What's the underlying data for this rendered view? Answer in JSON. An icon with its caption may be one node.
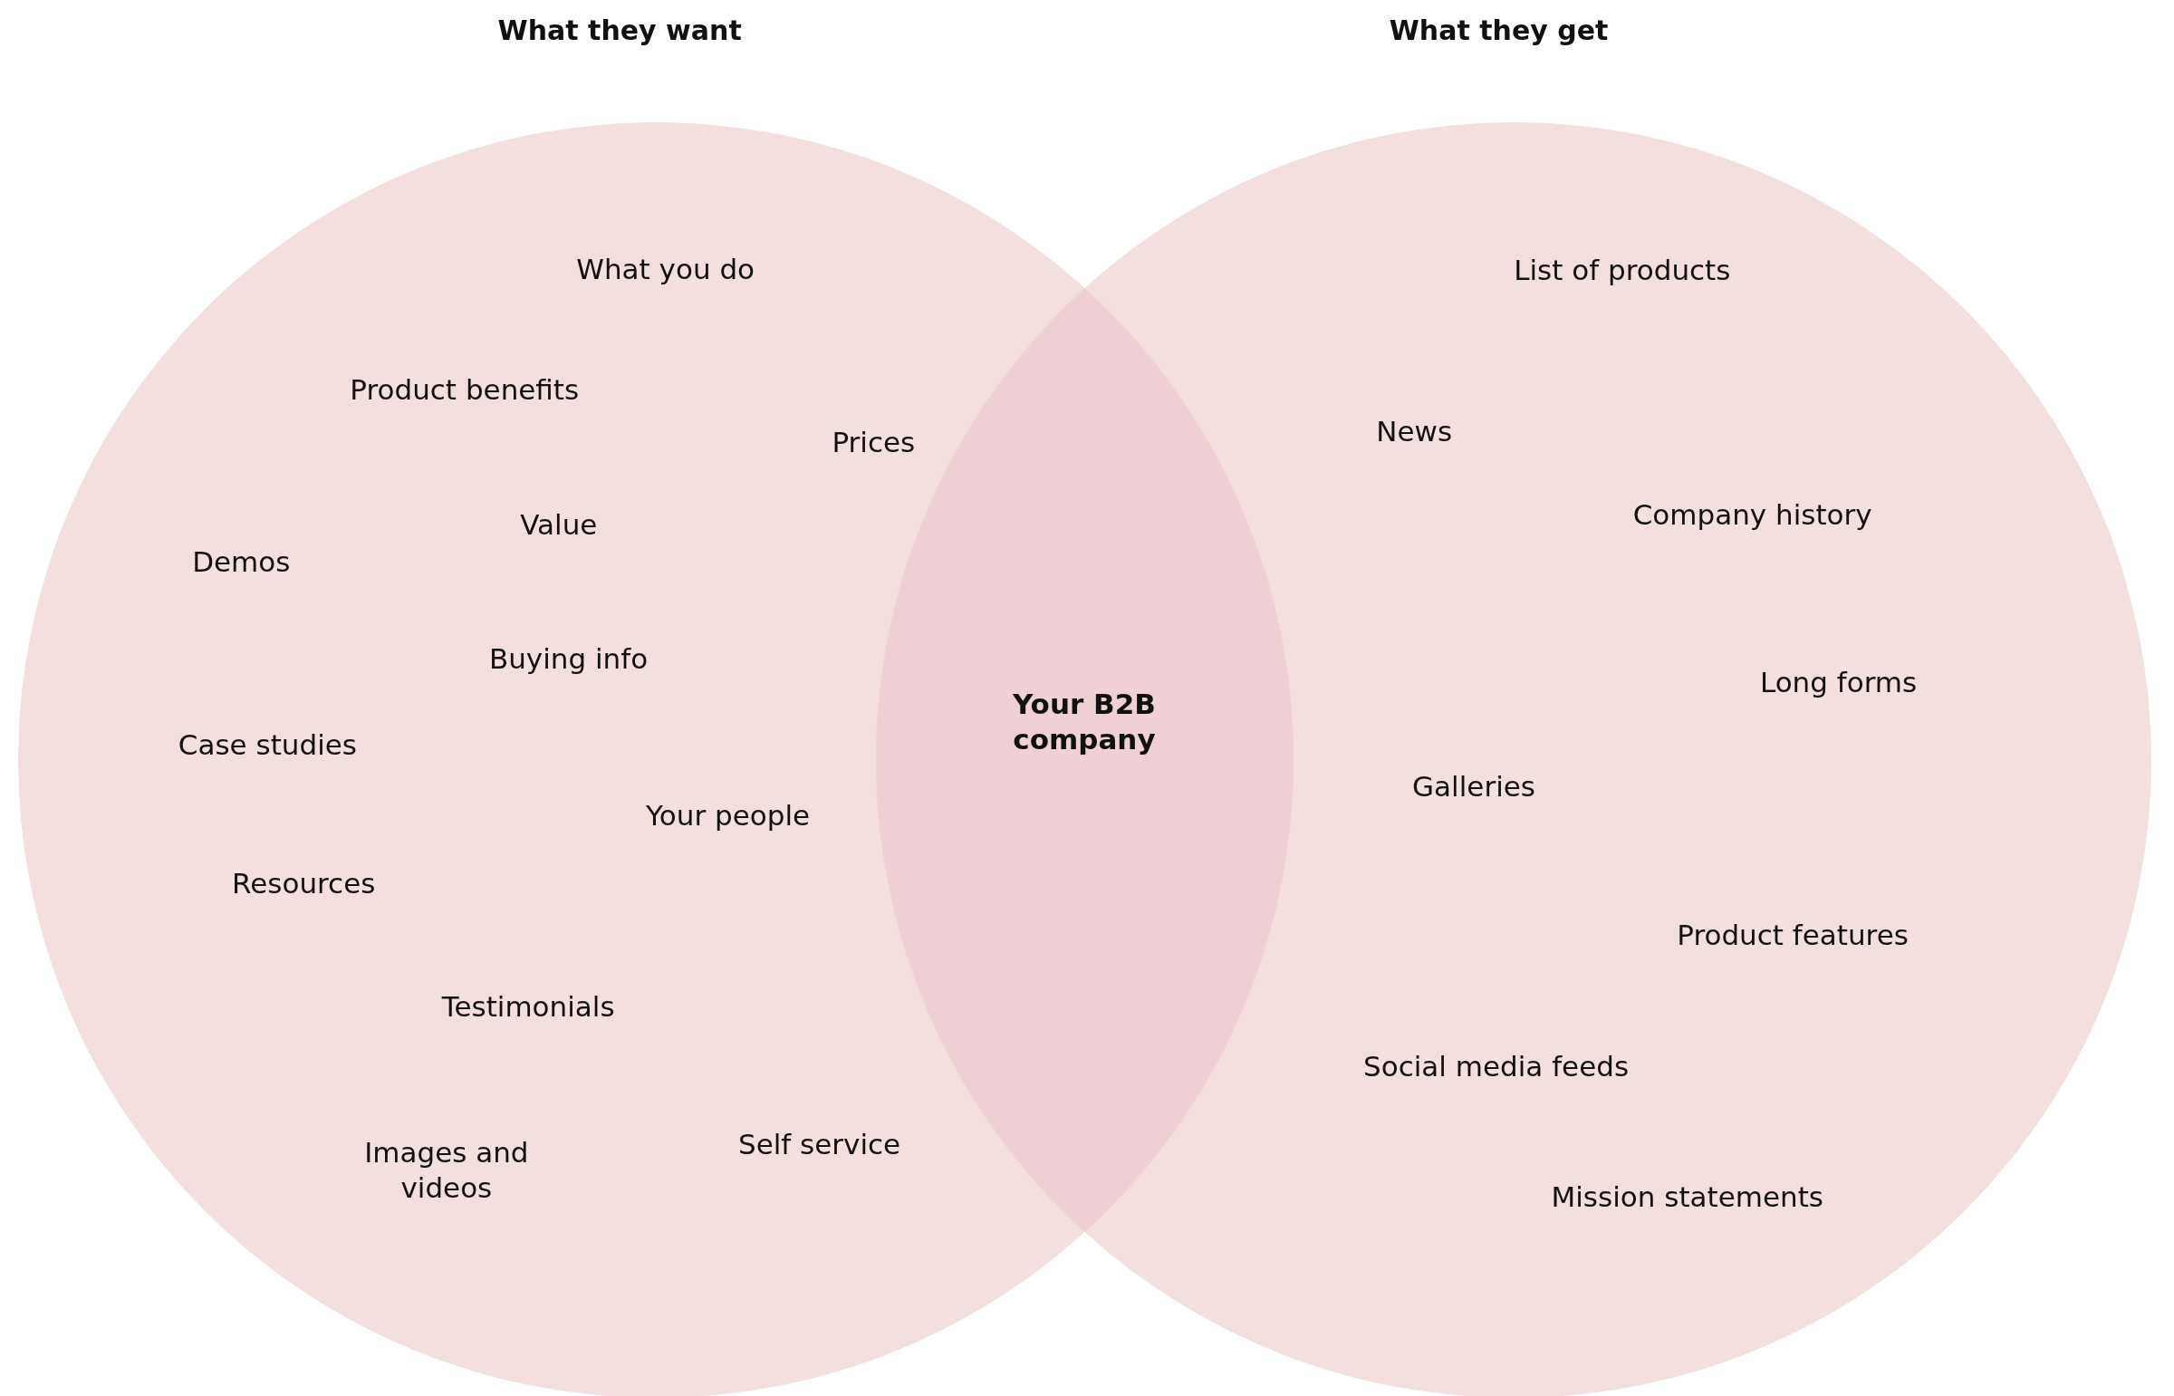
{
  "diagram": {
    "nodes": [
      {
        "text": [
          "What they want",
          "What you do",
          "Product benefits",
          "Prices",
          "Value",
          "Demos",
          "Buying info",
          "Case studies",
          "Your people",
          "Resources",
          "Testimonials",
          "Images and videos",
          "Self service"
        ]
      },
      {
        "text": [
          "What they get",
          "List of products",
          "News",
          "Company history",
          "Long forms",
          "Galleries",
          "Product features",
          "Social media feeds",
          "Mission statements"
        ]
      },
      {
        "text": [
          "Your B2B company"
        ]
      }
    ]
  }
}
